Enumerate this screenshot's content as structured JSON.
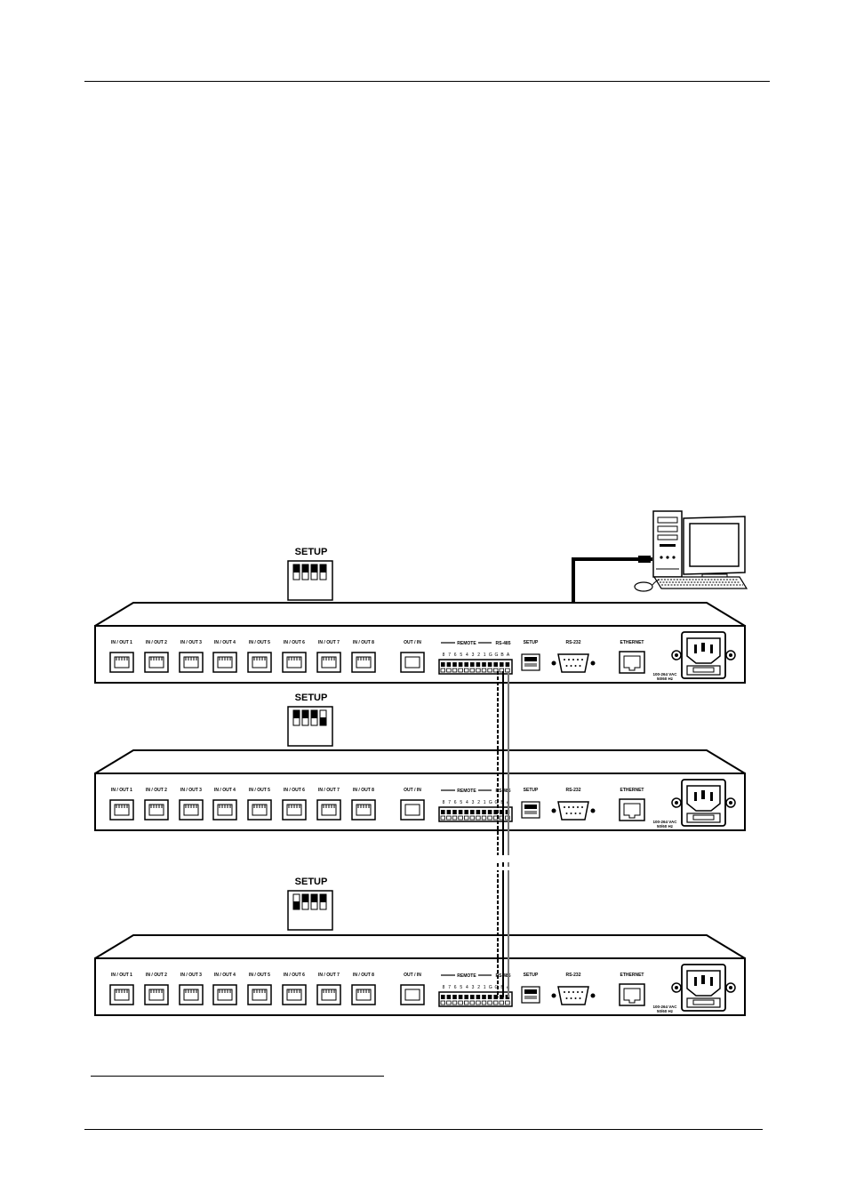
{
  "setup_title": "SETUP",
  "units": [
    {
      "ports": [
        "IN / OUT 1",
        "IN / OUT 2",
        "IN / OUT 3",
        "IN / OUT 4",
        "IN / OUT 5",
        "IN / OUT 6",
        "IN / OUT 7",
        "IN / OUT 8"
      ],
      "out_in": "OUT / IN",
      "remote": "REMOTE",
      "rs485": "RS-485",
      "terminal_pins": [
        "8",
        "7",
        "6",
        "5",
        "4",
        "3",
        "2",
        "1",
        "G",
        "G",
        "B",
        "A"
      ],
      "setup": "SETUP",
      "rs232": "RS-232",
      "ethernet": "ETHERNET",
      "power_line1": "100-264 VAC",
      "power_line2": "50/60 Hz",
      "dip_states": [
        "on",
        "on",
        "on",
        "on"
      ]
    },
    {
      "ports": [
        "IN / OUT 1",
        "IN / OUT 2",
        "IN / OUT 3",
        "IN / OUT 4",
        "IN / OUT 5",
        "IN / OUT 6",
        "IN / OUT 7",
        "IN / OUT 8"
      ],
      "out_in": "OUT / IN",
      "remote": "REMOTE",
      "rs485": "RS-485",
      "terminal_pins": [
        "8",
        "7",
        "6",
        "5",
        "4",
        "3",
        "2",
        "1",
        "G",
        "G",
        "B",
        "A"
      ],
      "setup": "SETUP",
      "rs232": "RS-232",
      "ethernet": "ETHERNET",
      "power_line1": "100-264 VAC",
      "power_line2": "50/60 Hz",
      "dip_states": [
        "on",
        "on",
        "on",
        "off"
      ]
    },
    {
      "ports": [
        "IN / OUT 1",
        "IN / OUT 2",
        "IN / OUT 3",
        "IN / OUT 4",
        "IN / OUT 5",
        "IN / OUT 6",
        "IN / OUT 7",
        "IN / OUT 8"
      ],
      "out_in": "OUT / IN",
      "remote": "REMOTE",
      "rs485": "RS-485",
      "terminal_pins": [
        "8",
        "7",
        "6",
        "5",
        "4",
        "3",
        "2",
        "1",
        "G",
        "G",
        "B",
        "A"
      ],
      "setup": "SETUP",
      "rs232": "RS-232",
      "ethernet": "ETHERNET",
      "power_line1": "100-264 VAC",
      "power_line2": "50/60 Hz",
      "dip_states": [
        "off",
        "on",
        "on",
        "on"
      ]
    }
  ]
}
